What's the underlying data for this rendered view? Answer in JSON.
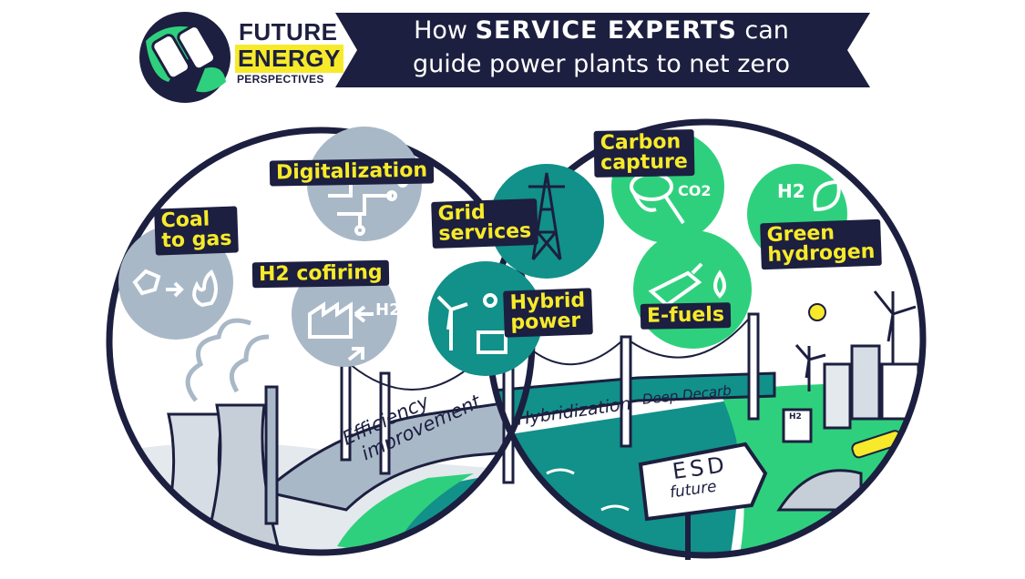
{
  "brand": {
    "line1": "FUTURE",
    "line2": "ENERGY",
    "line3": "PERSPECTIVES"
  },
  "banner": {
    "line1_prefix": "How",
    "line1_emphasis": "SERVICE EXPERTS",
    "line1_suffix": "can",
    "line2": "guide power plants to net zero"
  },
  "topics": {
    "coal_to_gas": [
      "Coal",
      "to gas"
    ],
    "digitalization": "Digitalization",
    "h2_cofiring": "H2 cofiring",
    "grid_services": [
      "Grid",
      "services"
    ],
    "hybrid_power": [
      "Hybrid",
      "power"
    ],
    "carbon_capture": [
      "Carbon",
      "capture"
    ],
    "e_fuels": "E-fuels",
    "green_hydrogen": [
      "Green",
      "hydrogen"
    ]
  },
  "icon_text": {
    "h2_small": "H2",
    "h2_green": "H2",
    "co2": "CO2",
    "h2_building": "H2"
  },
  "road": {
    "stage1_line1": "Efficiency",
    "stage1_line2": "improvement",
    "stage2": "Hybridization",
    "stage3": "Deep Decarb"
  },
  "sign": {
    "line1": "ESD",
    "line2": "future"
  },
  "colors": {
    "navy": "#1c1f3f",
    "yellow": "#f7ea2a",
    "green": "#2fd07d",
    "teal": "#12908a",
    "grey_blue": "#a9b8c7"
  }
}
